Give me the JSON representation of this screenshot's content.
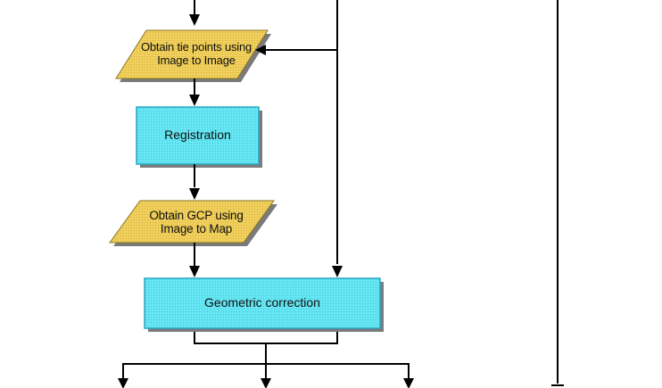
{
  "diagram": {
    "colors": {
      "process_fill": "#66e6f2",
      "process_border": "#2ba6c4",
      "io_fill": "#f0cf5c",
      "io_border": "#8a7520",
      "line": "#000000",
      "shadow": "#7a7a7a"
    },
    "nodes": {
      "tie_points": {
        "shape": "parallelogram",
        "line1": "Obtain tie points using",
        "line2": "Image to Image"
      },
      "registration": {
        "shape": "rectangle",
        "label": "Registration"
      },
      "gcp": {
        "shape": "parallelogram",
        "line1": "Obtain GCP using",
        "line2": "Image to Map"
      },
      "geometric_correction": {
        "shape": "rectangle",
        "label": "Geometric correction"
      }
    }
  }
}
